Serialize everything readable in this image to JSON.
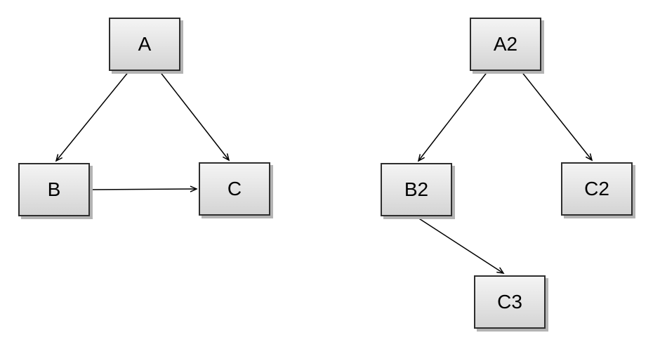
{
  "background_color": "#ffffff",
  "node_style": {
    "fill_top": "#f4f4f4",
    "fill_bottom": "#d4d4d4",
    "border_color": "#2e2e2e",
    "shadow_color": "#b4b4b4",
    "text_color": "#000000"
  },
  "edge_style": {
    "color": "#000000",
    "arrowhead": "open-v"
  },
  "diagrams": [
    {
      "name": "left-graph",
      "nodes": [
        {
          "id": "A",
          "label": "A"
        },
        {
          "id": "B",
          "label": "B"
        },
        {
          "id": "C",
          "label": "C"
        }
      ],
      "edges": [
        {
          "from": "A",
          "to": "B"
        },
        {
          "from": "A",
          "to": "C"
        },
        {
          "from": "B",
          "to": "C"
        }
      ]
    },
    {
      "name": "right-graph",
      "nodes": [
        {
          "id": "A2",
          "label": "A2"
        },
        {
          "id": "B2",
          "label": "B2"
        },
        {
          "id": "C2",
          "label": "C2"
        },
        {
          "id": "C3",
          "label": "C3"
        }
      ],
      "edges": [
        {
          "from": "A2",
          "to": "B2"
        },
        {
          "from": "A2",
          "to": "C2"
        },
        {
          "from": "B2",
          "to": "C3"
        }
      ]
    }
  ]
}
